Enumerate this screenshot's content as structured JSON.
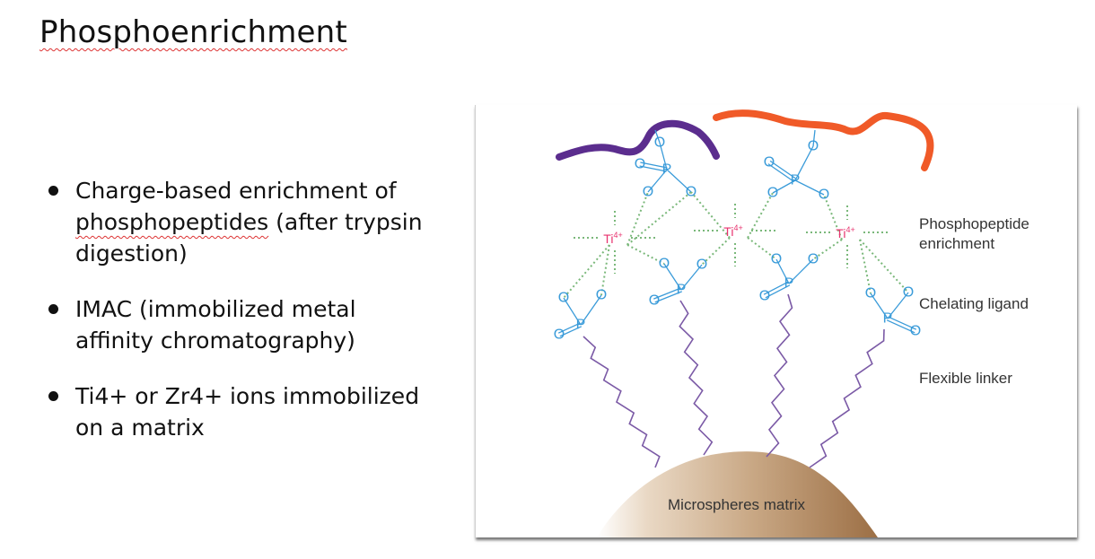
{
  "slide": {
    "title": "Phosphoenrichment",
    "bullets": [
      {
        "pre": "Charge-based enrichment of ",
        "misspelled": "phosphopeptides",
        "post": " (after trypsin digestion)"
      },
      {
        "pre": "IMAC (immobilized metal affinity chromatography)",
        "misspelled": "",
        "post": ""
      },
      {
        "pre": "Ti4+ or Zr4+ ions immobilized on a matrix",
        "misspelled": "",
        "post": ""
      }
    ]
  },
  "diagram": {
    "labels": {
      "phosphopeptide_line1": "Phosphopeptide",
      "phosphopeptide_line2": "enrichment",
      "chelating": "Chelating ligand",
      "linker": "Flexible linker",
      "matrix": "Microspheres matrix"
    },
    "atoms": {
      "oxygen": "O",
      "phosphorus": "P",
      "ti_base": "Ti",
      "ti_charge": "4+"
    },
    "colors": {
      "peptide_left": "#5b2d8e",
      "peptide_right": "#f05a28",
      "linker": "#7b5aa6",
      "atom": "#3a9bd9",
      "titanium": "#e8336e",
      "coordination": "#7ab87a",
      "matrix": "#a5774c"
    }
  }
}
